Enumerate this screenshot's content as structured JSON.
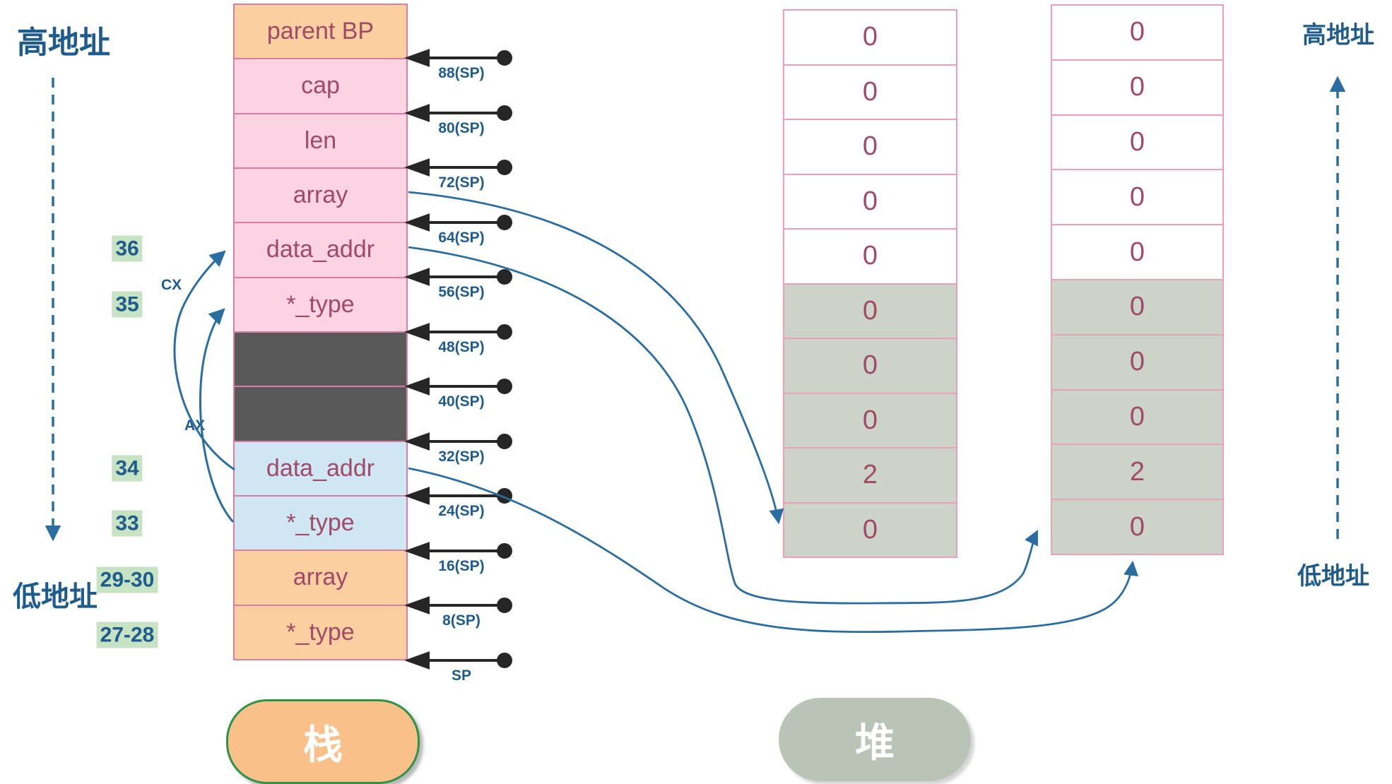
{
  "address_labels": {
    "left_high": "高地址",
    "left_low": "低地址",
    "right_high": "高地址",
    "right_low": "低地址"
  },
  "registers": {
    "cx": "CX",
    "ax": "AX"
  },
  "stack": {
    "badge": "栈",
    "rows": [
      {
        "label": "parent BP",
        "tone": "orange",
        "line": ""
      },
      {
        "label": "cap",
        "tone": "pink",
        "line": ""
      },
      {
        "label": "len",
        "tone": "pink",
        "line": ""
      },
      {
        "label": "array",
        "tone": "pink",
        "line": ""
      },
      {
        "label": "data_addr",
        "tone": "pink",
        "line": "36"
      },
      {
        "label": "*_type",
        "tone": "pink",
        "line": "35"
      },
      {
        "label": "",
        "tone": "dark",
        "line": ""
      },
      {
        "label": "",
        "tone": "dark",
        "line": ""
      },
      {
        "label": "data_addr",
        "tone": "blue",
        "line": "34"
      },
      {
        "label": "*_type",
        "tone": "blue",
        "line": "33"
      },
      {
        "label": "array",
        "tone": "orange",
        "line": "29-30"
      },
      {
        "label": "*_type",
        "tone": "orange",
        "line": "27-28"
      }
    ]
  },
  "sp_markers": [
    "88(SP)",
    "80(SP)",
    "72(SP)",
    "64(SP)",
    "56(SP)",
    "48(SP)",
    "40(SP)",
    "32(SP)",
    "24(SP)",
    "16(SP)",
    "8(SP)",
    "SP"
  ],
  "heap": {
    "badge": "堆",
    "left_column": {
      "cells": [
        {
          "value": "0",
          "tone": "plain"
        },
        {
          "value": "0",
          "tone": "plain"
        },
        {
          "value": "0",
          "tone": "plain"
        },
        {
          "value": "0",
          "tone": "plain"
        },
        {
          "value": "0",
          "tone": "plain"
        },
        {
          "value": "0",
          "tone": "shaded"
        },
        {
          "value": "0",
          "tone": "shaded"
        },
        {
          "value": "0",
          "tone": "shaded"
        },
        {
          "value": "2",
          "tone": "shaded"
        },
        {
          "value": "0",
          "tone": "shaded"
        }
      ]
    },
    "right_column": {
      "cells": [
        {
          "value": "0",
          "tone": "plain"
        },
        {
          "value": "0",
          "tone": "plain"
        },
        {
          "value": "0",
          "tone": "plain"
        },
        {
          "value": "0",
          "tone": "plain"
        },
        {
          "value": "0",
          "tone": "plain"
        },
        {
          "value": "0",
          "tone": "shaded"
        },
        {
          "value": "0",
          "tone": "shaded"
        },
        {
          "value": "0",
          "tone": "shaded"
        },
        {
          "value": "2",
          "tone": "shaded"
        },
        {
          "value": "0",
          "tone": "shaded"
        }
      ]
    }
  },
  "colors": {
    "blue-text": "#1f5c8b",
    "maroon": "#a04a68",
    "orange": "#fbcfa0",
    "pink": "#fbd3e2",
    "dark": "#595959",
    "lightblue": "#cfe7f2",
    "heap-shaded": "#ccd3c8",
    "cell-border": "#d87ea4",
    "heap-border": "#ec9fba",
    "green-bg": "#c6e3c3",
    "curve": "#2a6da1",
    "black-arrow": "#262626",
    "badge-green": "#2e9247",
    "badge-orange": "#f9c089",
    "heap-badge": "#b9c4b7"
  }
}
